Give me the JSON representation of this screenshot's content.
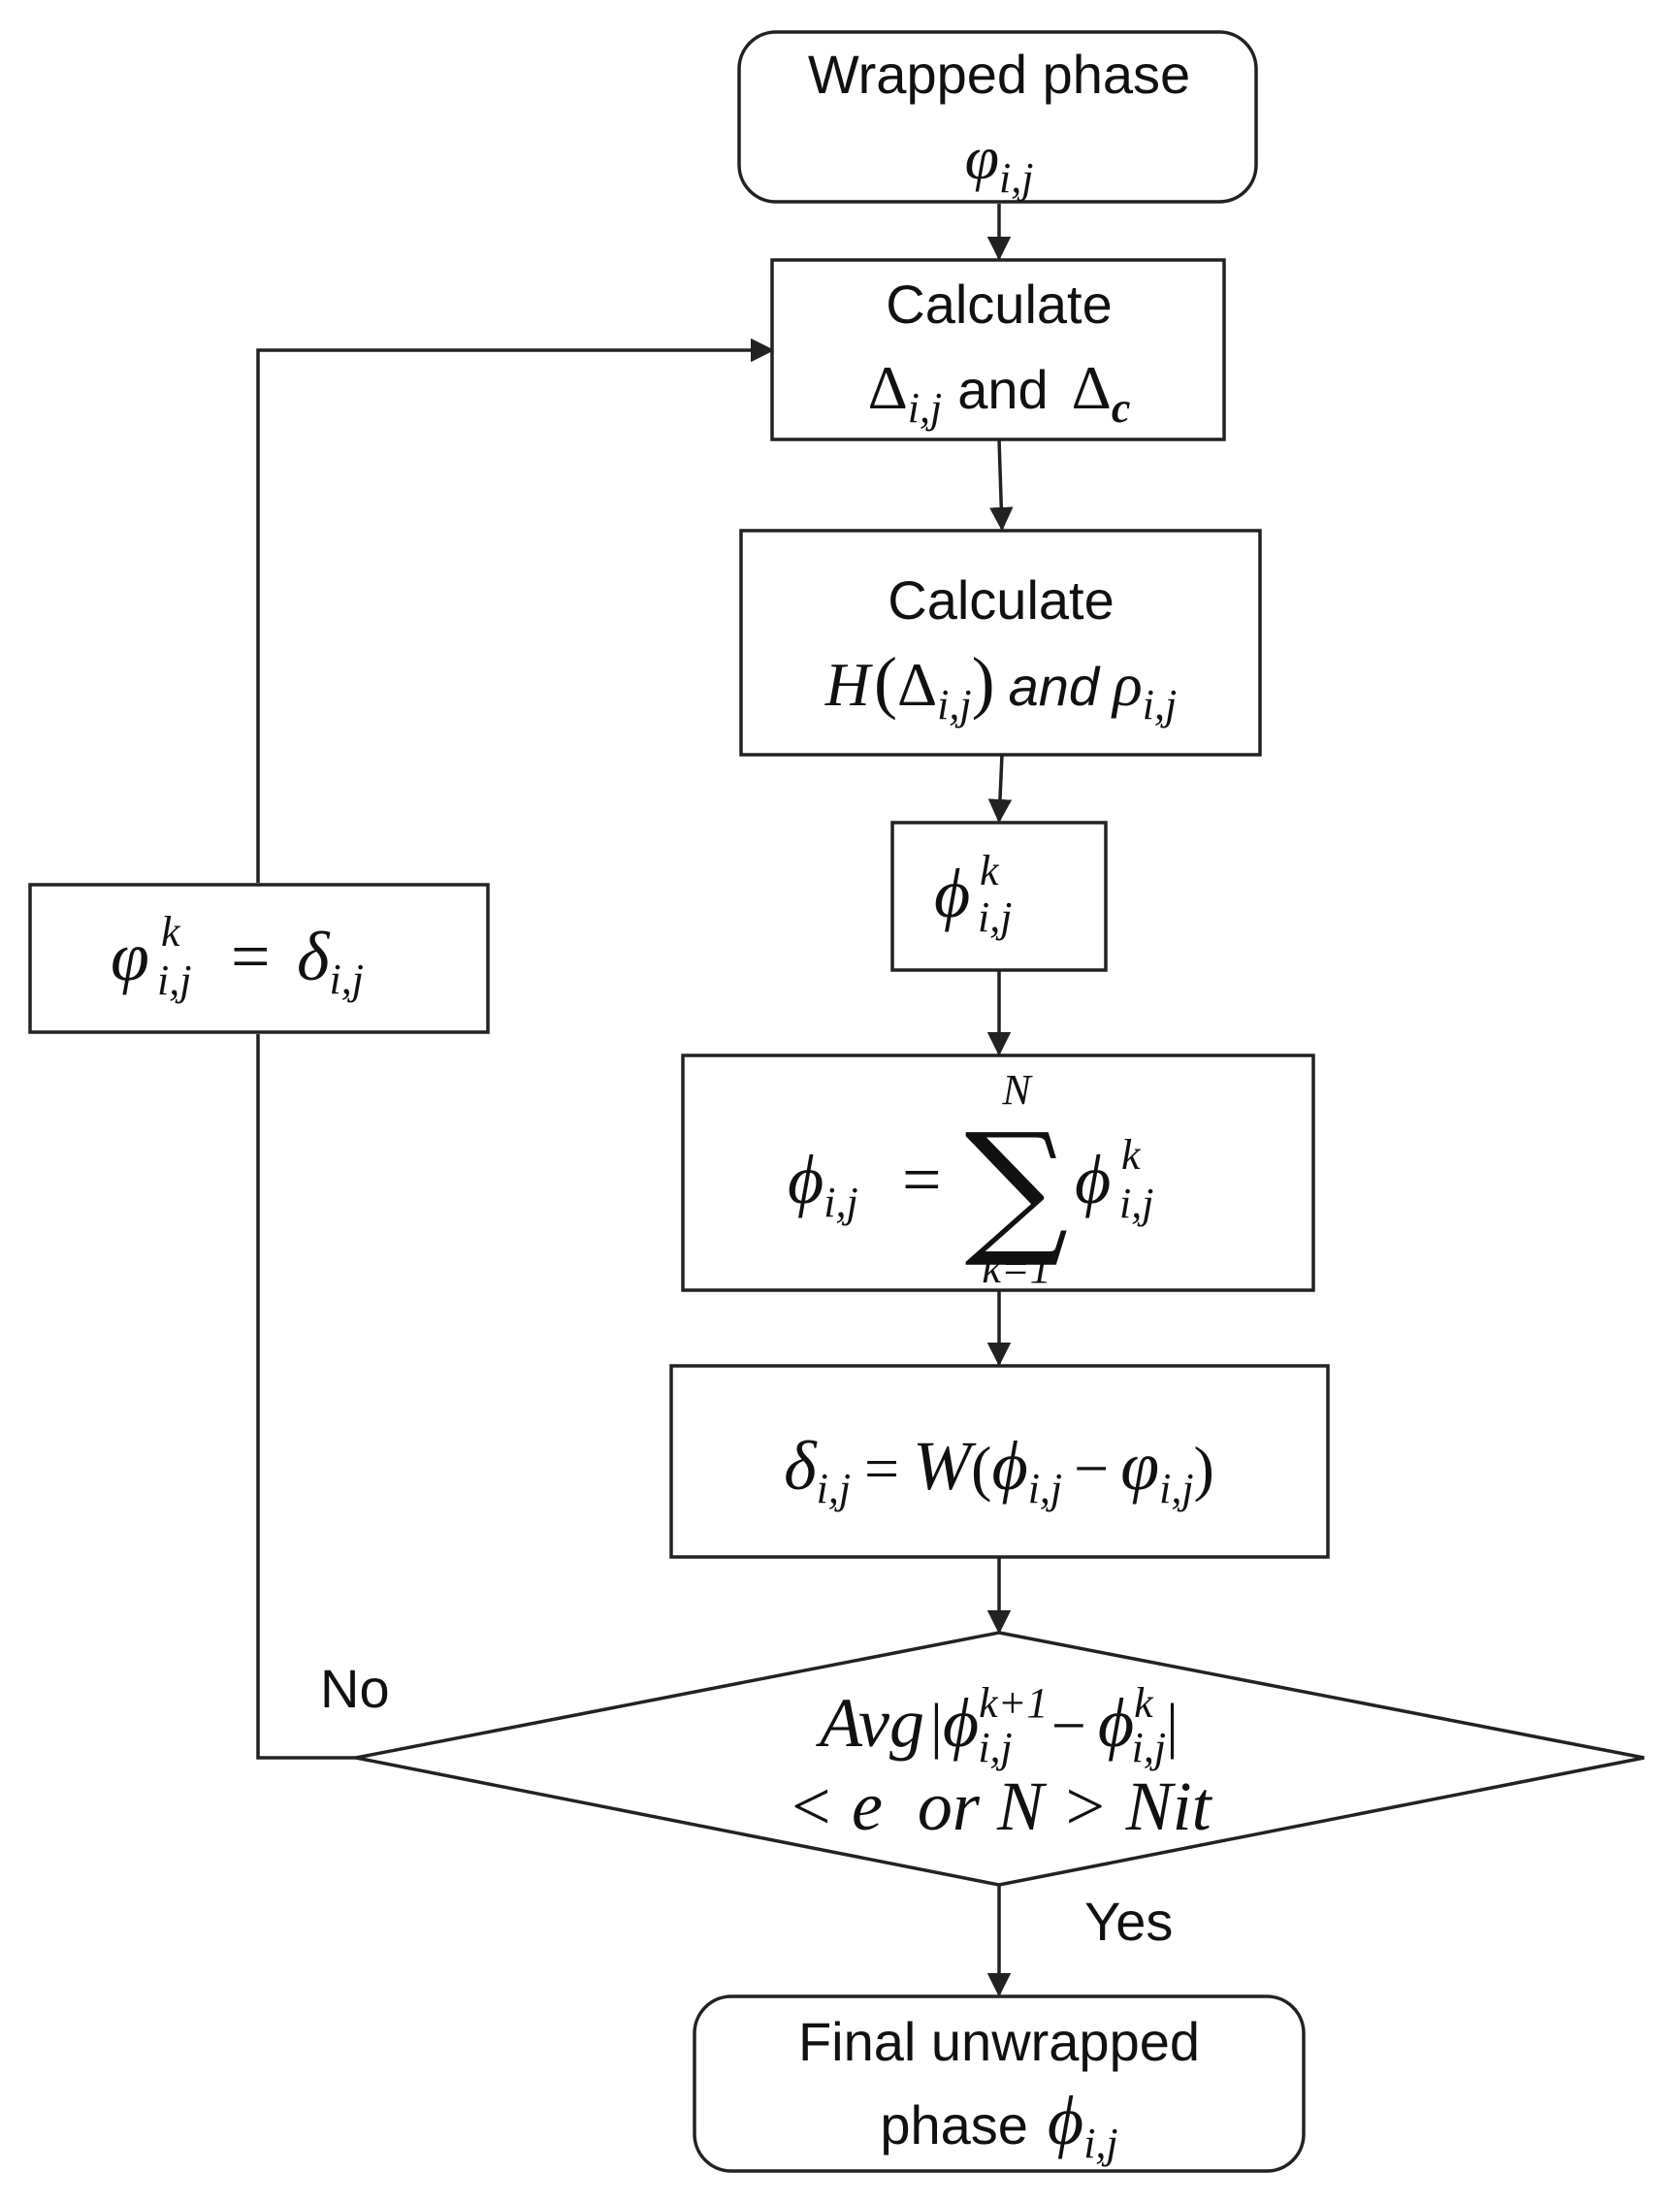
{
  "diagram": {
    "nodes": {
      "start": {
        "line1": "Wrapped phase",
        "symbol": "φ",
        "sub": "i,j"
      },
      "calc_delta": {
        "line1": "Calculate",
        "sym1": "Δ",
        "sub1": "i,j",
        "mid": "and",
        "sym2": "Δ",
        "sub2": "c"
      },
      "calc_h": {
        "line1": "Calculate",
        "func": "H",
        "sym": "Δ",
        "sub": "i,j",
        "mid": "and",
        "rho": "ρ",
        "rho_sub": "i,j"
      },
      "phi_k": {
        "sym": "ϕ",
        "sup": "k",
        "sub": "i,j"
      },
      "sum": {
        "lhs": "ϕ",
        "lhs_sub": "i,j",
        "eq": "=",
        "upper": "N",
        "lower": "k=1",
        "rhs": "ϕ",
        "rhs_sup": "k",
        "rhs_sub": "i,j"
      },
      "delta": {
        "lhs": "δ",
        "lhs_sub": "i,j",
        "eq": "=",
        "func": "W",
        "a": "ϕ",
        "a_sub": "i,j",
        "minus": "−",
        "b": "φ",
        "b_sub": "i,j"
      },
      "decision": {
        "avg": "Avg",
        "a": "ϕ",
        "a_sup": "k+1",
        "a_sub": "i,j",
        "minus": "−",
        "b": "ϕ",
        "b_sup": "k",
        "b_sub": "i,j",
        "line2": "< e  or N > Nit"
      },
      "feedback": {
        "lhs": "φ",
        "lhs_sup": "k",
        "lhs_sub": "i,j",
        "eq": "=",
        "rhs": "δ",
        "rhs_sub": "i,j"
      },
      "end": {
        "line1": "Final unwrapped",
        "line2": "phase",
        "sym": "ϕ",
        "sub": "i,j"
      }
    },
    "labels": {
      "no": "No",
      "yes": "Yes"
    }
  }
}
